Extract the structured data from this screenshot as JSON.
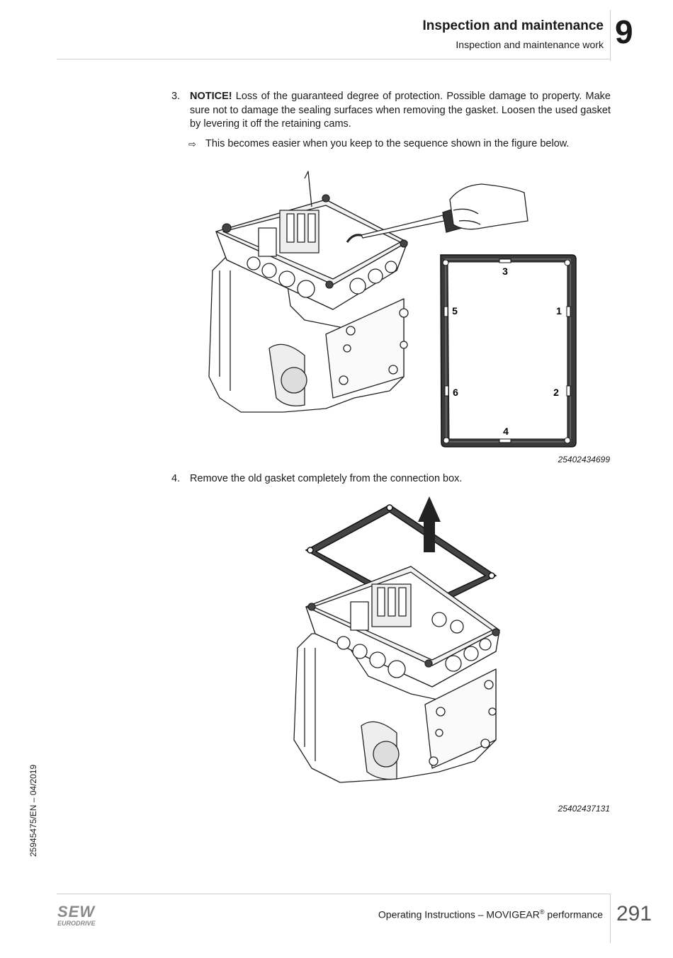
{
  "header": {
    "title": "Inspection and maintenance",
    "subtitle": "Inspection and maintenance work",
    "chapter_number": "9"
  },
  "steps": [
    {
      "number": "3.",
      "notice_label": "NOTICE!",
      "text": " Loss of the guaranteed degree of protection. Possible damage to property. Make sure not to damage the sealing surfaces when removing the gasket. Loosen the used gasket by levering it off the retaining cams.",
      "result_arrow": "⇨",
      "result": "This becomes easier when you keep to the sequence shown in the figure below."
    },
    {
      "number": "4.",
      "text": "Remove the old gasket completely from the connection box."
    }
  ],
  "figures": [
    {
      "id": "25402434699",
      "gasket_labels": [
        "3",
        "5",
        "1",
        "6",
        "2",
        "4"
      ]
    },
    {
      "id": "25402437131"
    }
  ],
  "side_code": "25945475/EN – 04/2019",
  "footer": {
    "text_before": "Operating Instructions – MOVIGEAR",
    "registered": "®",
    "text_after": " performance",
    "page_number": "291",
    "logo_top": "SEW",
    "logo_bottom": "EURODRIVE"
  }
}
